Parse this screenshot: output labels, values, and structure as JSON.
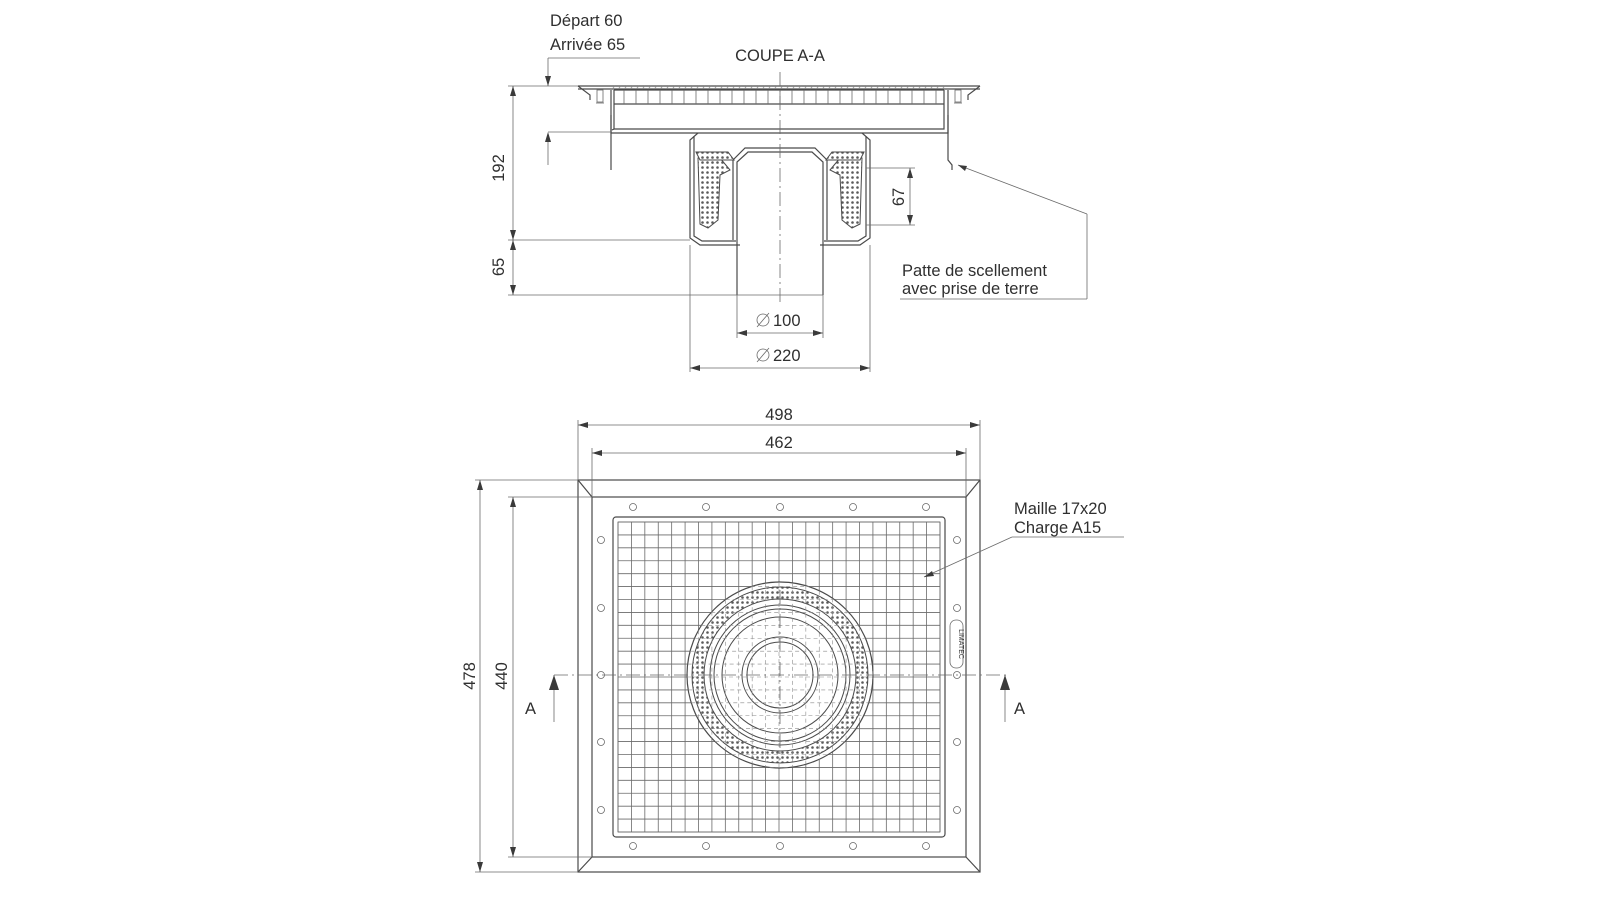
{
  "section": {
    "title": "COUPE A-A",
    "depart": "Départ 60",
    "arrivee": "Arrivée 65",
    "dim_192": "192",
    "dim_65": "65",
    "dim_67": "67",
    "dia_100": "100",
    "dia_220": "220",
    "patte_line1": "Patte de scellement",
    "patte_line2": "avec prise de terre"
  },
  "plan": {
    "dim_498": "498",
    "dim_462": "462",
    "dim_478": "478",
    "dim_440": "440",
    "maille": "Maille 17x20",
    "charge": "Charge A15",
    "section_mark_left": "A",
    "section_mark_right": "A",
    "brand": "LIMATEC"
  }
}
